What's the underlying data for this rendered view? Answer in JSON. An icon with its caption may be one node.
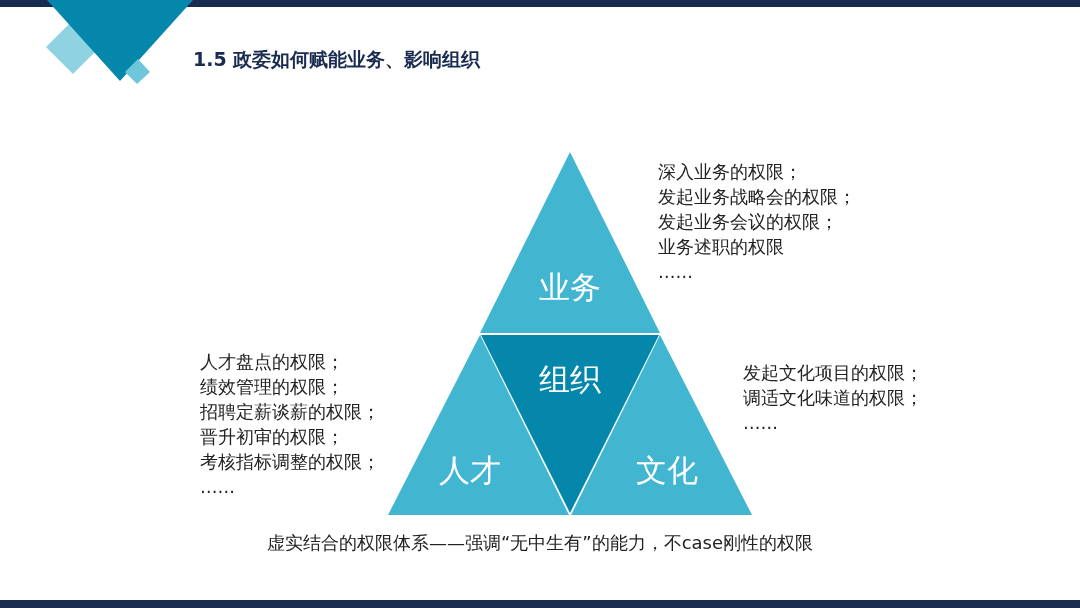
{
  "diagram": {
    "title": "1.5 政委如何赋能业务、影响组织",
    "caption": "虚实结合的权限体系——强调“无中生有”的能力，不case刚性的权限",
    "nodes": [
      {
        "text": [
          "业务"
        ],
        "beside": [
          "深入业务的权限；",
          "发起业务战略会的权限；",
          "发起业务会议的权限；",
          "业务述职的权限",
          "……"
        ]
      },
      {
        "text": [
          "组织"
        ]
      },
      {
        "text": [
          "人才"
        ],
        "beside": [
          "人才盘点的权限；",
          "绩效管理的权限；",
          "招聘定薪谈薪的权限；",
          "晋升初审的权限；",
          "考核指标调整的权限；",
          "……"
        ]
      },
      {
        "text": [
          "文化"
        ],
        "beside": [
          "发起文化项目的权限；",
          "调适文化味道的权限；",
          "……"
        ]
      }
    ],
    "edges": []
  }
}
